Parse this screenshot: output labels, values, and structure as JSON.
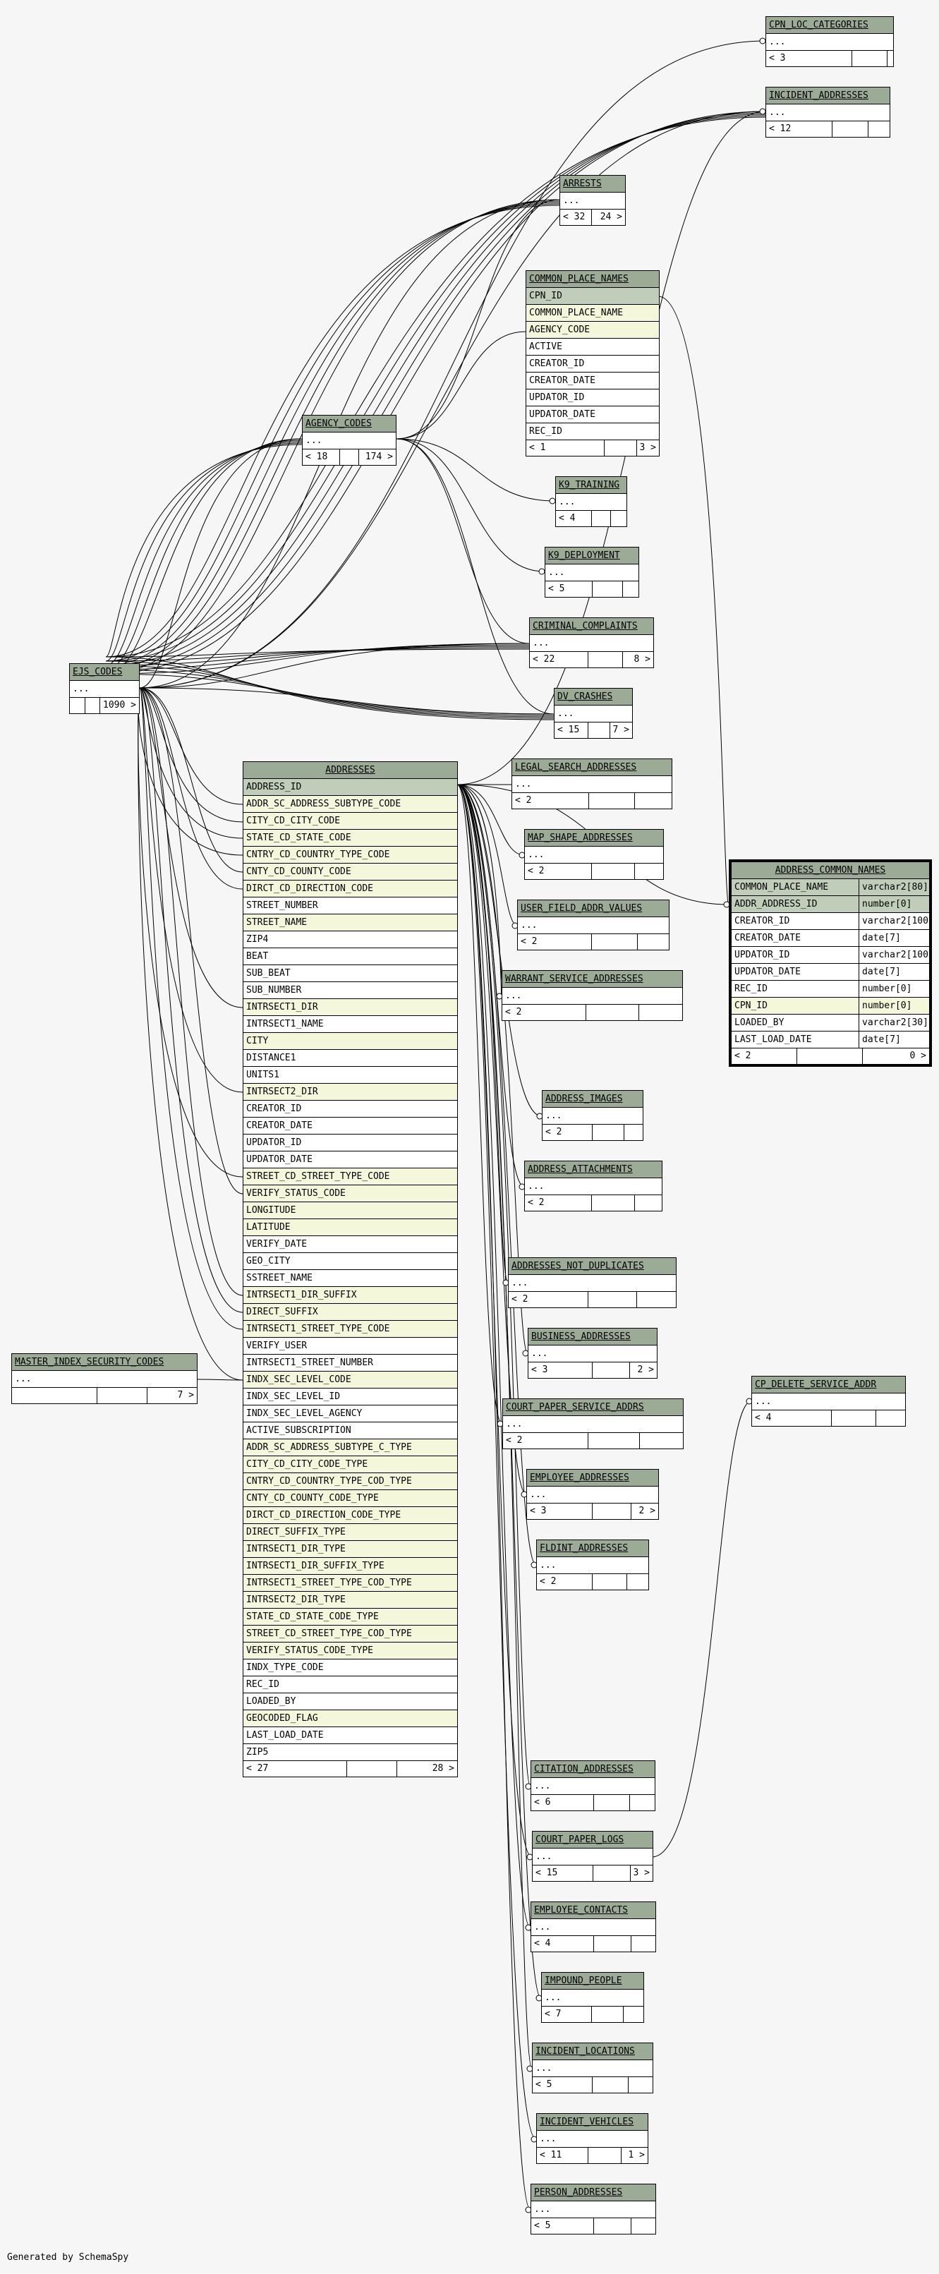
{
  "footer": "Generated by SchemaSpy",
  "tables": {
    "cpn_loc_categories": {
      "name": "CPN_LOC_CATEGORIES",
      "ellipsis": "...",
      "stat_left": "< 3",
      "stat_right": ""
    },
    "incident_addresses": {
      "name": "INCIDENT_ADDRESSES",
      "ellipsis": "...",
      "stat_left": "< 12",
      "stat_right": ""
    },
    "arrests": {
      "name": "ARRESTS",
      "ellipsis": "...",
      "stat_left": "< 32",
      "stat_right": "24 >"
    },
    "agency_codes": {
      "name": "AGENCY_CODES",
      "ellipsis": "...",
      "stat_left": "< 18",
      "stat_right": "174 >"
    },
    "k9_training": {
      "name": "K9_TRAINING",
      "ellipsis": "...",
      "stat_left": "< 4",
      "stat_right": ""
    },
    "k9_deployment": {
      "name": "K9_DEPLOYMENT",
      "ellipsis": "...",
      "stat_left": "< 5",
      "stat_right": ""
    },
    "criminal_complaints": {
      "name": "CRIMINAL_COMPLAINTS",
      "ellipsis": "...",
      "stat_left": "< 22",
      "stat_right": "8 >"
    },
    "ejs_codes": {
      "name": "EJS_CODES",
      "ellipsis": "...",
      "stat_left": "",
      "stat_right": "1090 >"
    },
    "dv_crashes": {
      "name": "DV_CRASHES",
      "ellipsis": "...",
      "stat_left": "< 15",
      "stat_right": "7 >"
    },
    "legal_search_addresses": {
      "name": "LEGAL_SEARCH_ADDRESSES",
      "ellipsis": "...",
      "stat_left": "< 2",
      "stat_right": ""
    },
    "map_shape_addresses": {
      "name": "MAP_SHAPE_ADDRESSES",
      "ellipsis": "...",
      "stat_left": "< 2",
      "stat_right": ""
    },
    "user_field_addr_values": {
      "name": "USER_FIELD_ADDR_VALUES",
      "ellipsis": "...",
      "stat_left": "< 2",
      "stat_right": ""
    },
    "warrant_service_addresses": {
      "name": "WARRANT_SERVICE_ADDRESSES",
      "ellipsis": "...",
      "stat_left": "< 2",
      "stat_right": ""
    },
    "address_images": {
      "name": "ADDRESS_IMAGES",
      "ellipsis": "...",
      "stat_left": "< 2",
      "stat_right": ""
    },
    "address_attachments": {
      "name": "ADDRESS_ATTACHMENTS",
      "ellipsis": "...",
      "stat_left": "< 2",
      "stat_right": ""
    },
    "addresses_not_duplicates": {
      "name": "ADDRESSES_NOT_DUPLICATES",
      "ellipsis": "...",
      "stat_left": "< 2",
      "stat_right": ""
    },
    "business_addresses": {
      "name": "BUSINESS_ADDRESSES",
      "ellipsis": "...",
      "stat_left": "< 3",
      "stat_right": "2 >"
    },
    "court_paper_service_addrs": {
      "name": "COURT_PAPER_SERVICE_ADDRS",
      "ellipsis": "...",
      "stat_left": "< 2",
      "stat_right": ""
    },
    "employee_addresses": {
      "name": "EMPLOYEE_ADDRESSES",
      "ellipsis": "...",
      "stat_left": "< 3",
      "stat_right": "2 >"
    },
    "fldint_addresses": {
      "name": "FLDINT_ADDRESSES",
      "ellipsis": "...",
      "stat_left": "< 2",
      "stat_right": ""
    },
    "cp_delete_service_addr": {
      "name": "CP_DELETE_SERVICE_ADDR",
      "ellipsis": "...",
      "stat_left": "< 4",
      "stat_right": ""
    },
    "master_index_security_codes": {
      "name": "MASTER_INDEX_SECURITY_CODES",
      "ellipsis": "...",
      "stat_left": "",
      "stat_right": "7 >"
    },
    "citation_addresses": {
      "name": "CITATION_ADDRESSES",
      "ellipsis": "...",
      "stat_left": "< 6",
      "stat_right": ""
    },
    "court_paper_logs": {
      "name": "COURT_PAPER_LOGS",
      "ellipsis": "...",
      "stat_left": "< 15",
      "stat_right": "3 >"
    },
    "employee_contacts": {
      "name": "EMPLOYEE_CONTACTS",
      "ellipsis": "...",
      "stat_left": "< 4",
      "stat_right": ""
    },
    "impound_people": {
      "name": "IMPOUND_PEOPLE",
      "ellipsis": "...",
      "stat_left": "< 7",
      "stat_right": ""
    },
    "incident_locations": {
      "name": "INCIDENT_LOCATIONS",
      "ellipsis": "...",
      "stat_left": "< 5",
      "stat_right": ""
    },
    "incident_vehicles": {
      "name": "INCIDENT_VEHICLES",
      "ellipsis": "...",
      "stat_left": "< 11",
      "stat_right": "1 >"
    },
    "person_addresses": {
      "name": "PERSON_ADDRESSES",
      "ellipsis": "...",
      "stat_left": "< 5",
      "stat_right": ""
    }
  },
  "common_place_names": {
    "name": "COMMON_PLACE_NAMES",
    "columns": [
      {
        "name": "CPN_ID",
        "kind": "pk"
      },
      {
        "name": "COMMON_PLACE_NAME",
        "kind": "fk"
      },
      {
        "name": "AGENCY_CODE",
        "kind": "fk"
      },
      {
        "name": "ACTIVE",
        "kind": ""
      },
      {
        "name": "CREATOR_ID",
        "kind": ""
      },
      {
        "name": "CREATOR_DATE",
        "kind": ""
      },
      {
        "name": "UPDATOR_ID",
        "kind": ""
      },
      {
        "name": "UPDATOR_DATE",
        "kind": ""
      },
      {
        "name": "REC_ID",
        "kind": ""
      }
    ],
    "stat_left": "< 1",
    "stat_right": "3 >"
  },
  "address_common_names": {
    "name": "ADDRESS_COMMON_NAMES",
    "columns": [
      {
        "name": "COMMON_PLACE_NAME",
        "type": "varchar2[80]",
        "kind": "pk"
      },
      {
        "name": "ADDR_ADDRESS_ID",
        "type": "number[0]",
        "kind": "pk"
      },
      {
        "name": "CREATOR_ID",
        "type": "varchar2[100]",
        "kind": ""
      },
      {
        "name": "CREATOR_DATE",
        "type": "date[7]",
        "kind": ""
      },
      {
        "name": "UPDATOR_ID",
        "type": "varchar2[100]",
        "kind": ""
      },
      {
        "name": "UPDATOR_DATE",
        "type": "date[7]",
        "kind": ""
      },
      {
        "name": "REC_ID",
        "type": "number[0]",
        "kind": ""
      },
      {
        "name": "CPN_ID",
        "type": "number[0]",
        "kind": "fk"
      },
      {
        "name": "LOADED_BY",
        "type": "varchar2[30]",
        "kind": ""
      },
      {
        "name": "LAST_LOAD_DATE",
        "type": "date[7]",
        "kind": ""
      }
    ],
    "stat_left": "< 2",
    "stat_right": "0 >"
  },
  "addresses": {
    "name": "ADDRESSES",
    "columns": [
      {
        "name": "ADDRESS_ID",
        "kind": "pk"
      },
      {
        "name": "ADDR_SC_ADDRESS_SUBTYPE_CODE",
        "kind": "fk"
      },
      {
        "name": "CITY_CD_CITY_CODE",
        "kind": "fk"
      },
      {
        "name": "STATE_CD_STATE_CODE",
        "kind": "fk"
      },
      {
        "name": "CNTRY_CD_COUNTRY_TYPE_CODE",
        "kind": "fk"
      },
      {
        "name": "CNTY_CD_COUNTY_CODE",
        "kind": "fk"
      },
      {
        "name": "DIRCT_CD_DIRECTION_CODE",
        "kind": "fk"
      },
      {
        "name": "STREET_NUMBER",
        "kind": ""
      },
      {
        "name": "STREET_NAME",
        "kind": "fk"
      },
      {
        "name": "ZIP4",
        "kind": ""
      },
      {
        "name": "BEAT",
        "kind": ""
      },
      {
        "name": "SUB_BEAT",
        "kind": ""
      },
      {
        "name": "SUB_NUMBER",
        "kind": ""
      },
      {
        "name": "INTRSECT1_DIR",
        "kind": "fk"
      },
      {
        "name": "INTRSECT1_NAME",
        "kind": ""
      },
      {
        "name": "CITY",
        "kind": "fk"
      },
      {
        "name": "DISTANCE1",
        "kind": ""
      },
      {
        "name": "UNITS1",
        "kind": ""
      },
      {
        "name": "INTRSECT2_DIR",
        "kind": "fk"
      },
      {
        "name": "CREATOR_ID",
        "kind": ""
      },
      {
        "name": "CREATOR_DATE",
        "kind": ""
      },
      {
        "name": "UPDATOR_ID",
        "kind": ""
      },
      {
        "name": "UPDATOR_DATE",
        "kind": ""
      },
      {
        "name": "STREET_CD_STREET_TYPE_CODE",
        "kind": "fk"
      },
      {
        "name": "VERIFY_STATUS_CODE",
        "kind": "fk"
      },
      {
        "name": "LONGITUDE",
        "kind": "fk"
      },
      {
        "name": "LATITUDE",
        "kind": "fk"
      },
      {
        "name": "VERIFY_DATE",
        "kind": ""
      },
      {
        "name": "GEO_CITY",
        "kind": ""
      },
      {
        "name": "SSTREET_NAME",
        "kind": ""
      },
      {
        "name": "INTRSECT1_DIR_SUFFIX",
        "kind": "fk"
      },
      {
        "name": "DIRECT_SUFFIX",
        "kind": "fk"
      },
      {
        "name": "INTRSECT1_STREET_TYPE_CODE",
        "kind": "fk"
      },
      {
        "name": "VERIFY_USER",
        "kind": ""
      },
      {
        "name": "INTRSECT1_STREET_NUMBER",
        "kind": ""
      },
      {
        "name": "INDX_SEC_LEVEL_CODE",
        "kind": "fk"
      },
      {
        "name": "INDX_SEC_LEVEL_ID",
        "kind": ""
      },
      {
        "name": "INDX_SEC_LEVEL_AGENCY",
        "kind": ""
      },
      {
        "name": "ACTIVE_SUBSCRIPTION",
        "kind": ""
      },
      {
        "name": "ADDR_SC_ADDRESS_SUBTYPE_C_TYPE",
        "kind": "fk"
      },
      {
        "name": "CITY_CD_CITY_CODE_TYPE",
        "kind": "fk"
      },
      {
        "name": "CNTRY_CD_COUNTRY_TYPE_COD_TYPE",
        "kind": "fk"
      },
      {
        "name": "CNTY_CD_COUNTY_CODE_TYPE",
        "kind": "fk"
      },
      {
        "name": "DIRCT_CD_DIRECTION_CODE_TYPE",
        "kind": "fk"
      },
      {
        "name": "DIRECT_SUFFIX_TYPE",
        "kind": "fk"
      },
      {
        "name": "INTRSECT1_DIR_TYPE",
        "kind": "fk"
      },
      {
        "name": "INTRSECT1_DIR_SUFFIX_TYPE",
        "kind": "fk"
      },
      {
        "name": "INTRSECT1_STREET_TYPE_COD_TYPE",
        "kind": "fk"
      },
      {
        "name": "INTRSECT2_DIR_TYPE",
        "kind": "fk"
      },
      {
        "name": "STATE_CD_STATE_CODE_TYPE",
        "kind": "fk"
      },
      {
        "name": "STREET_CD_STREET_TYPE_COD_TYPE",
        "kind": "fk"
      },
      {
        "name": "VERIFY_STATUS_CODE_TYPE",
        "kind": "fk"
      },
      {
        "name": "INDX_TYPE_CODE",
        "kind": ""
      },
      {
        "name": "REC_ID",
        "kind": ""
      },
      {
        "name": "LOADED_BY",
        "kind": ""
      },
      {
        "name": "GEOCODED_FLAG",
        "kind": "fk"
      },
      {
        "name": "LAST_LOAD_DATE",
        "kind": ""
      },
      {
        "name": "ZIP5",
        "kind": ""
      }
    ],
    "stat_left": "< 27",
    "stat_right": "28 >"
  }
}
